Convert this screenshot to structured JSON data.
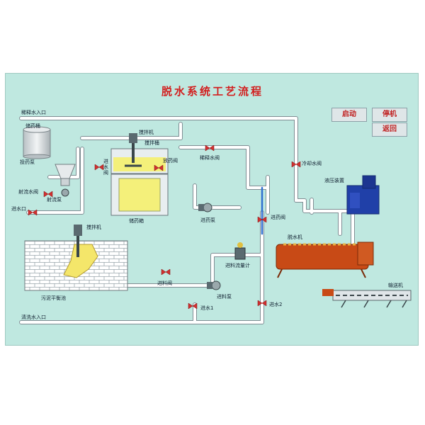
{
  "title": "脱水系统工艺流程",
  "buttons": {
    "start": "启动",
    "stop": "停机",
    "back": "返回"
  },
  "labels": {
    "dilution_inlet": "稀释水入口",
    "storage_tank": "储药桶",
    "dosing_pump": "投药泵",
    "agitator_top": "搅拌机",
    "mixing_tank": "搅拌桶",
    "inlet_valve": "进水阀",
    "dosing_valve": "放药阀",
    "dilution_valve": "稀释水阀",
    "cooling_valve": "冷却水阀",
    "jet_valve": "射流水阀",
    "jet_pump": "射流泵",
    "water_inlet": "进水口",
    "chem_tank": "储药箱",
    "dosing_pump2": "进药泵",
    "hydraulic": "液压装置",
    "dosing_valve2": "进药阀",
    "dewatering": "脱水机",
    "agitator_left": "搅拌机",
    "flowmeter": "进料流量计",
    "feed_valve": "进料阀",
    "feed_pump": "进料泵",
    "sludge_tank": "污泥平衡池",
    "conveyor": "输送机",
    "inlet1": "进水1",
    "inlet2": "进水2",
    "wash_inlet": "清洗水入口"
  },
  "colors": {
    "panel": "#bfe8e0",
    "pipe": "#ffffff",
    "title": "#d21e1e",
    "valve": "#d23030",
    "machine": "#c84a16",
    "hydraulic": "#2040a8",
    "tank_fill": "#f4f07a"
  }
}
